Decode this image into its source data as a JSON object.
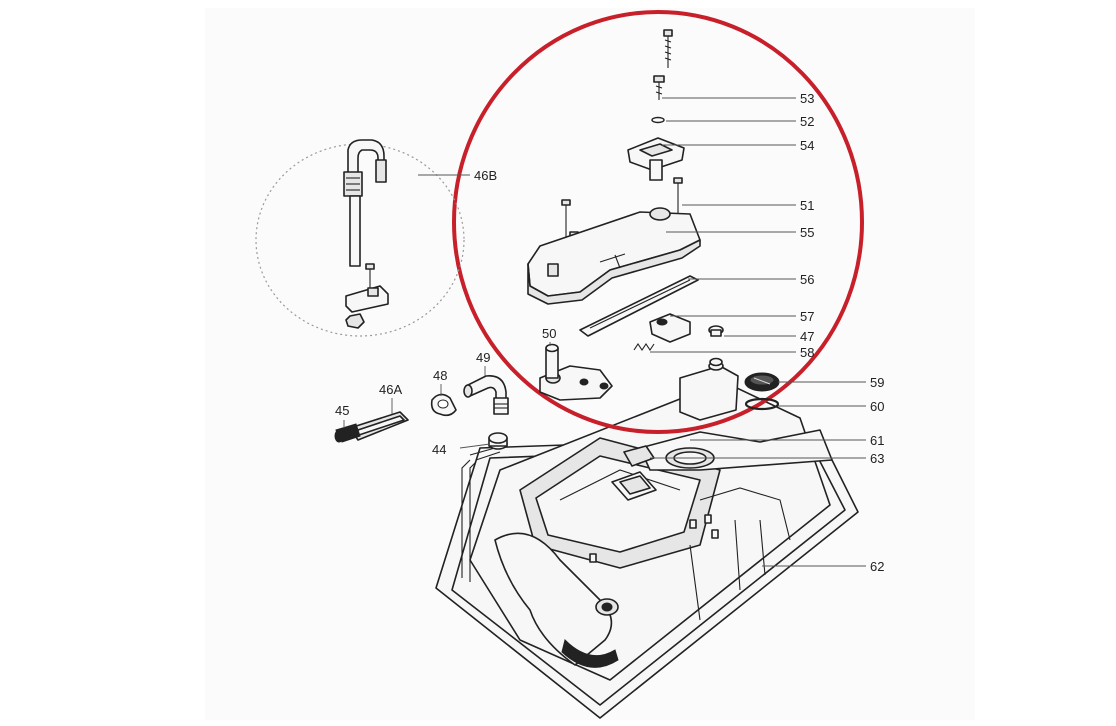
{
  "diagram": {
    "labels": {
      "l53": "53",
      "l52": "52",
      "l54": "54",
      "l51": "51",
      "l55": "55",
      "l56": "56",
      "l57": "57",
      "l47": "47",
      "l58": "58",
      "l50": "50",
      "l49": "49",
      "l48": "48",
      "l46A": "46A",
      "l45": "45",
      "l46B": "46B",
      "l59": "59",
      "l60": "60",
      "l44": "44",
      "l61": "61",
      "l63": "63",
      "l62": "62"
    },
    "colors": {
      "highlight_circle": "#c8202a",
      "detail_circle": "#9a9a9a",
      "line": "#222222"
    }
  }
}
